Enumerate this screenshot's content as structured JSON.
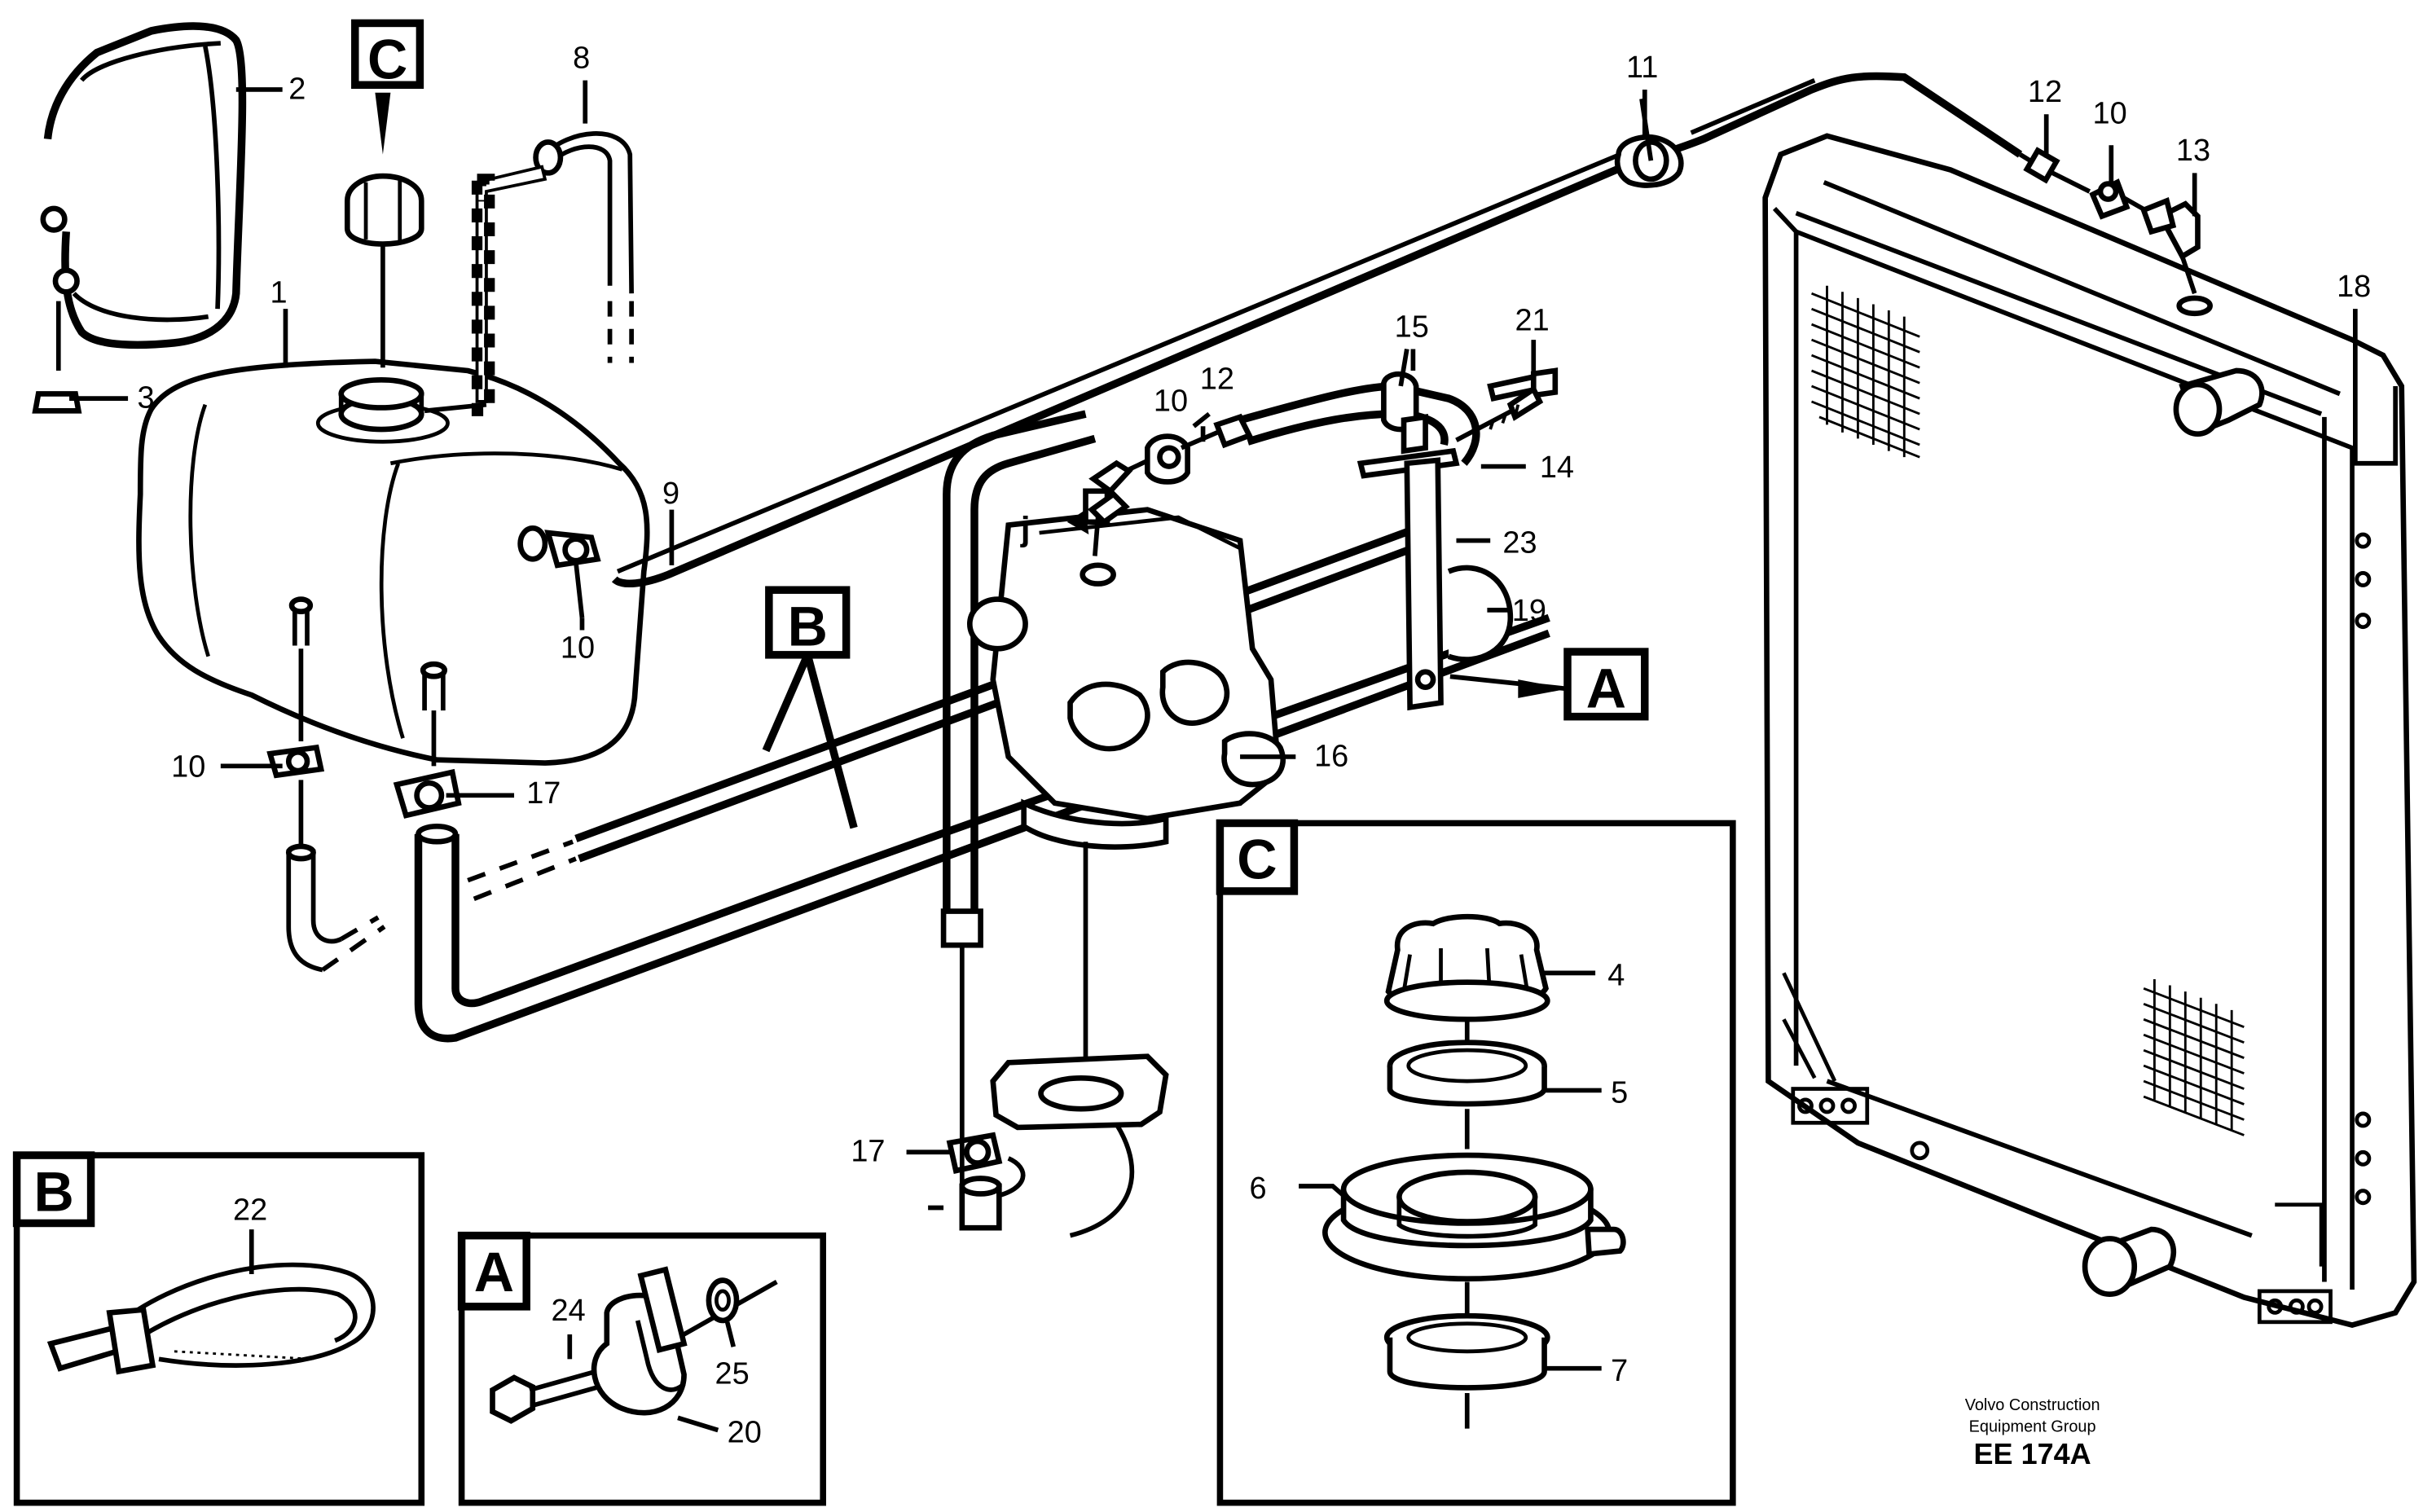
{
  "callouts": {
    "n1": "1",
    "n2": "2",
    "n3": "3",
    "n4": "4",
    "n5": "5",
    "n6": "6",
    "n7": "7",
    "n8": "8",
    "n9": "9",
    "n10a": "10",
    "n10b": "10",
    "n10c": "10",
    "n10d": "10",
    "n11": "11",
    "n12a": "12",
    "n12b": "12",
    "n13": "13",
    "n14": "14",
    "n15": "15",
    "n16": "16",
    "n17a": "17",
    "n17b": "17",
    "n18": "18",
    "n19": "19",
    "n20": "20",
    "n21": "21",
    "n22": "22",
    "n23": "23",
    "n24": "24",
    "n25": "25",
    "nj": "j"
  },
  "section_labels": {
    "c_main": "C",
    "b_main": "B",
    "a_main": "A",
    "c_detail": "C",
    "b_detail": "B",
    "a_detail": "A"
  },
  "footer": {
    "line1": "Volvo Construction",
    "line2": "Equipment Group",
    "code": "EE 174A"
  }
}
